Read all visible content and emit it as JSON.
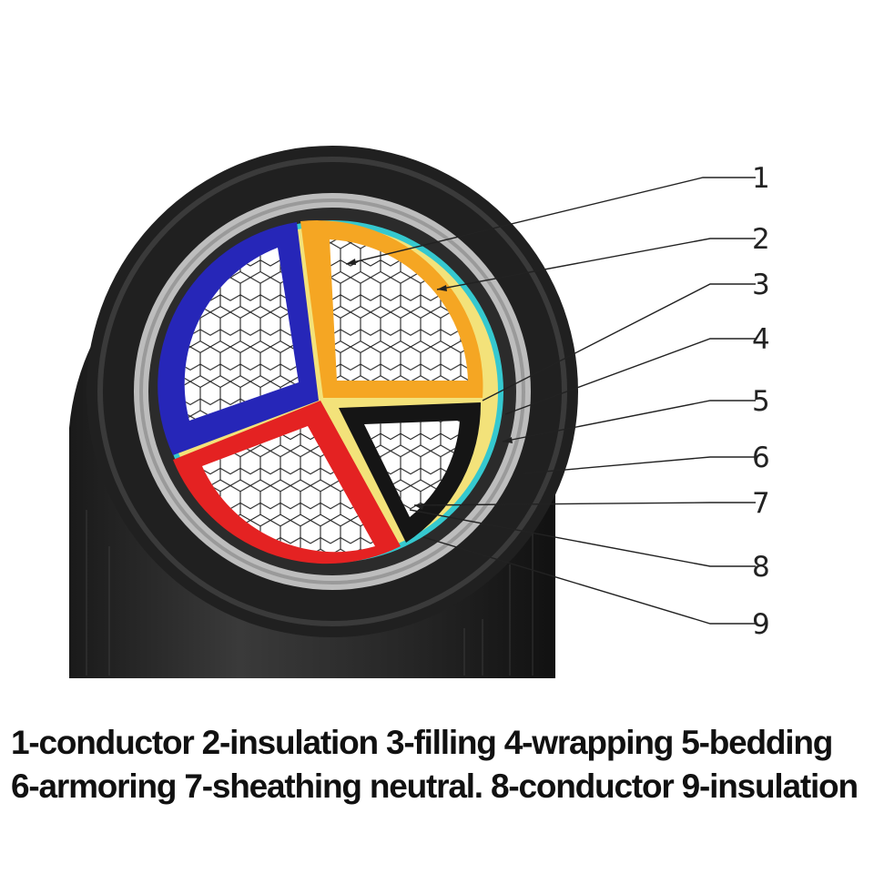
{
  "callouts": [
    "1",
    "2",
    "3",
    "4",
    "5",
    "6",
    "7",
    "8",
    "9"
  ],
  "legend": {
    "line1": "1-conductor 2-insulation 3-filling 4-wrapping 5-bedding",
    "line2": "6-armoring 7-sheathing neutral. 8-conductor 9-insulation"
  },
  "colors": {
    "sheath": "#232323",
    "armor": "#bdbdbd",
    "bedding": "#2b2b2b",
    "wrapping": "#35c8cf",
    "phase_blue": "#2626b8",
    "phase_orange": "#f5a623",
    "phase_red": "#e42222",
    "neutral": "#151515",
    "filling": "#f3e27a"
  },
  "icons": [
    "hexagonal-strand-pattern"
  ]
}
